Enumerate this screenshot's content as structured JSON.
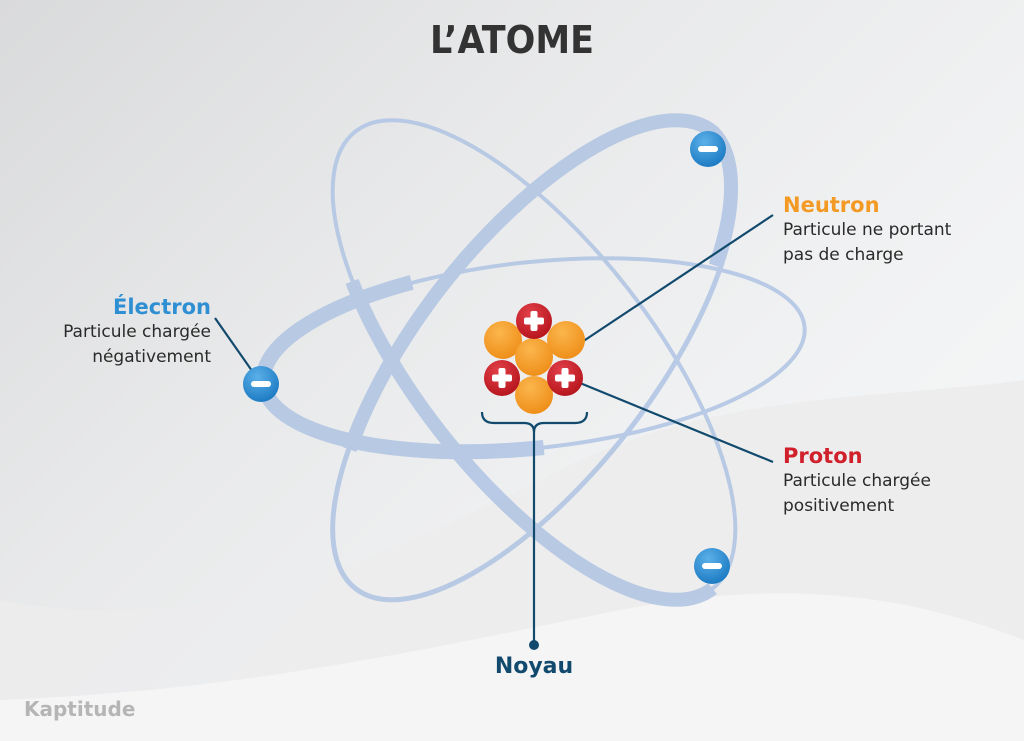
{
  "title": "L’ATOME",
  "colors": {
    "title": "#333333",
    "electron": "#2f8fd3",
    "neutron": "#f39a25",
    "proton": "#d0202c",
    "noyau": "#124a6e",
    "orbit": "#b3c6e4",
    "leader_line": "#124a6e",
    "brand": "#b5b5b5"
  },
  "labels": {
    "electron": {
      "name": "Électron",
      "desc_line1": "Particule chargée",
      "desc_line2": "négativement"
    },
    "neutron": {
      "name": "Neutron",
      "desc_line1": "Particule ne portant",
      "desc_line2": "pas de charge"
    },
    "proton": {
      "name": "Proton",
      "desc_line1": "Particule chargée",
      "desc_line2": "positivement"
    },
    "noyau": {
      "name": "Noyau"
    }
  },
  "nucleus": {
    "protons": 3,
    "neutrons": 4,
    "proton_symbol": "+",
    "electron_symbol": "−"
  },
  "electrons": 3,
  "brand": "Kaptitude"
}
